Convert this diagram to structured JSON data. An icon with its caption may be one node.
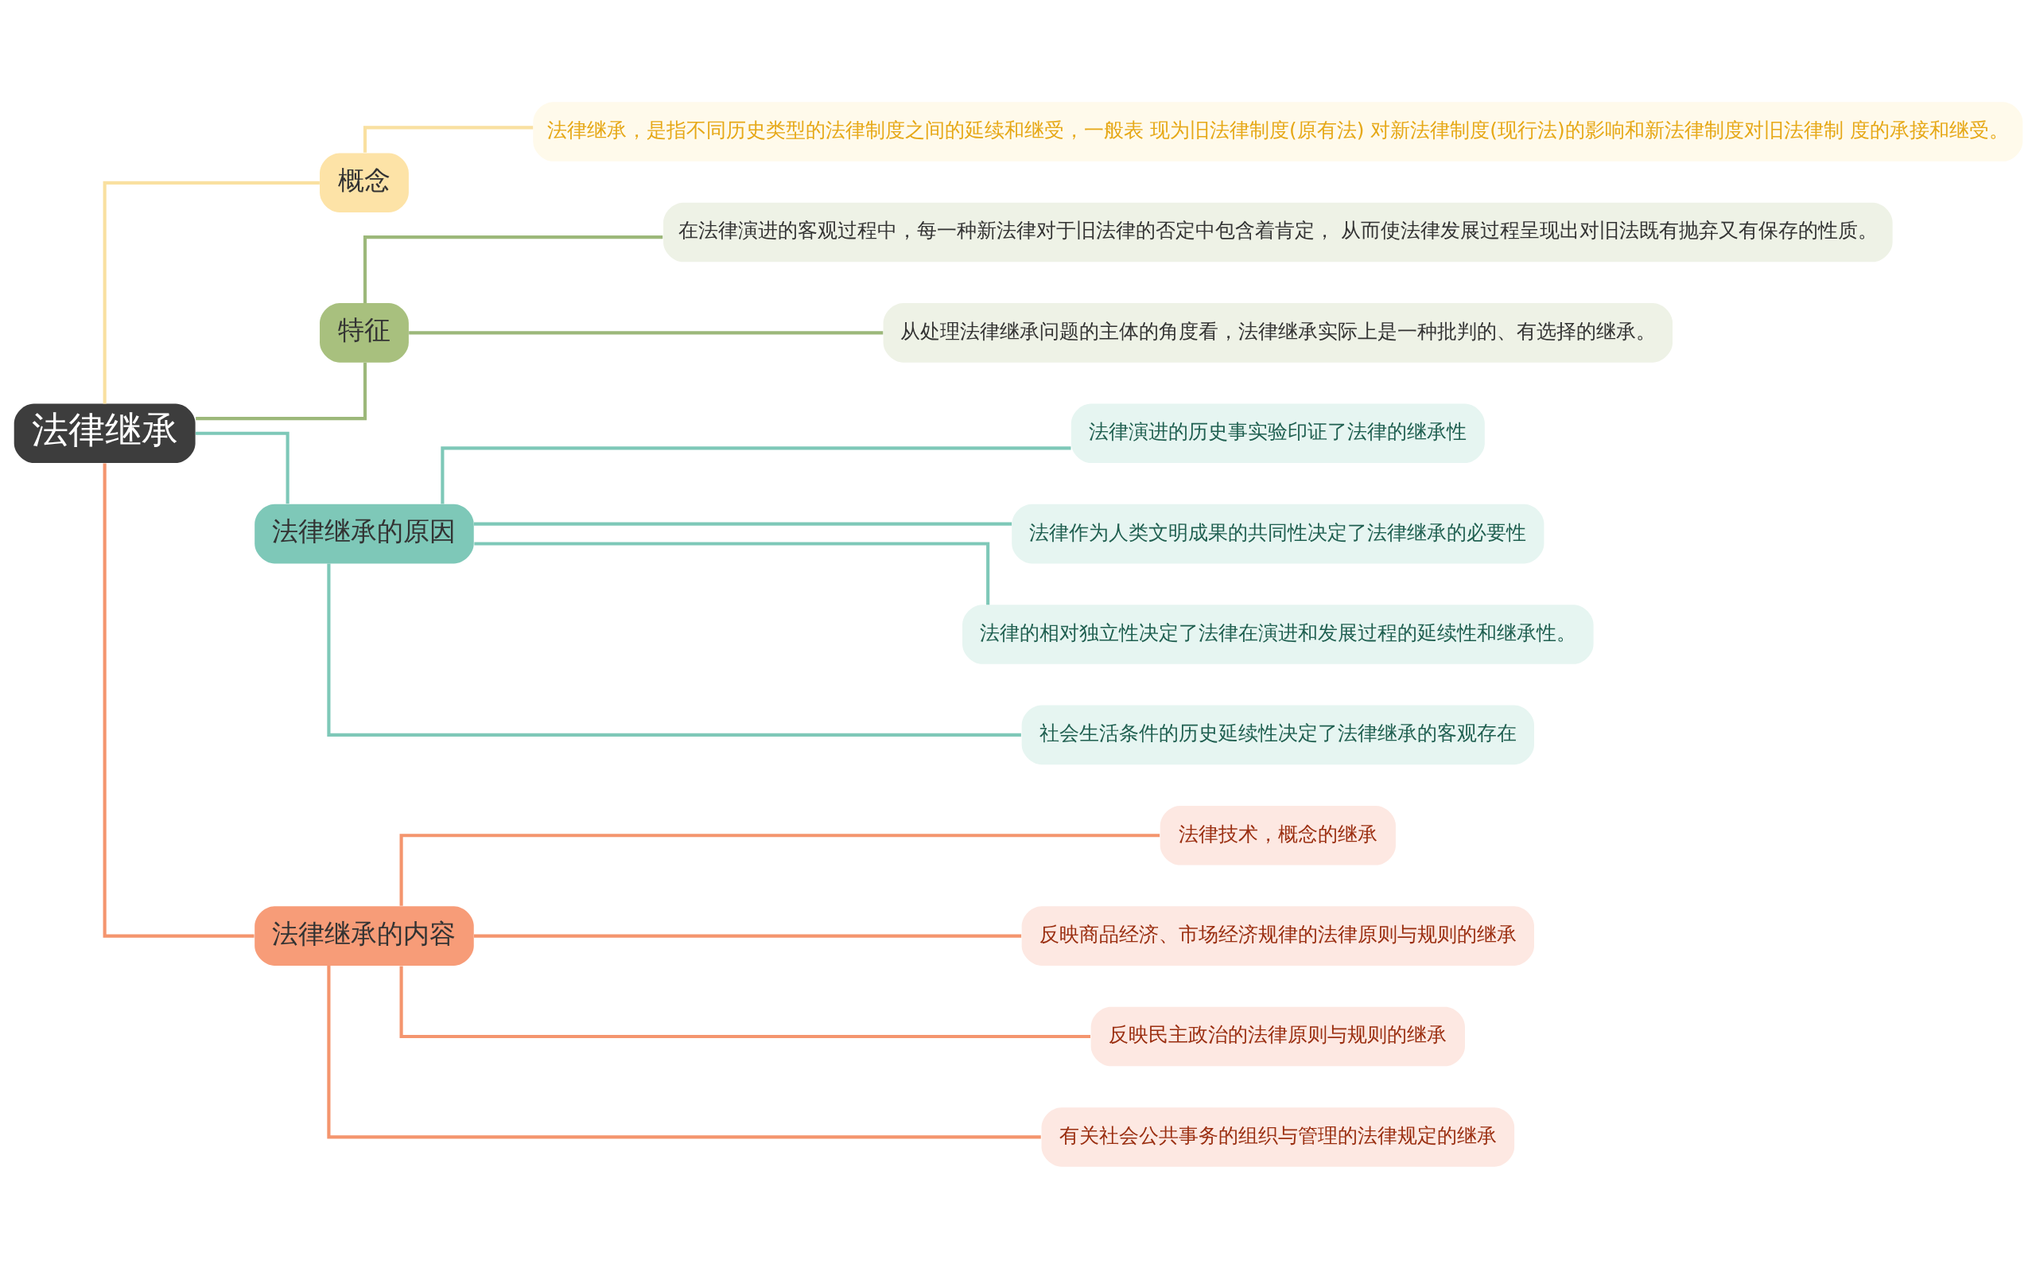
{
  "diagram": {
    "nodes": [
      {
        "text": [
          "法律继承"
        ]
      },
      {
        "text": [
          "概念"
        ]
      },
      {
        "text": [
          "法律继承，是指不同历史类型的法律制度之间的延续和继受，一般表 现为旧法律制度(原有法) 对新法律制度(现行法)的影响和新法律制度对旧法律制 度的承接和继受。"
        ]
      },
      {
        "text": [
          "特征"
        ]
      },
      {
        "text": [
          "在法律演进的客观过程中，每一种新法律对于旧法律的否定中包含着肯定， 从而使法律发展过程呈现出对旧法既有抛弃又有保存的性质。"
        ]
      },
      {
        "text": [
          "从处理法律继承问题的主体的角度看，法律继承实际上是一种批判的、有选择的继承。"
        ]
      },
      {
        "text": [
          "法律继承的原因"
        ]
      },
      {
        "text": [
          "法律演进的历史事实验印证了法律的继承性"
        ]
      },
      {
        "text": [
          "法律作为人类文明成果的共同性决定了法律继承的必要性"
        ]
      },
      {
        "text": [
          "法律的相对独立性决定了法律在演进和发展过程的延续性和继承性。"
        ]
      },
      {
        "text": [
          "社会生活条件的历史延续性决定了法律继承的客观存在"
        ]
      },
      {
        "text": [
          "法律继承的内容"
        ]
      },
      {
        "text": [
          "法律技术，概念的继承"
        ]
      },
      {
        "text": [
          "反映商品经济、市场经济规律的法律原则与规则的继承"
        ]
      },
      {
        "text": [
          "反映民主政治的法律原则与规则的继承"
        ]
      },
      {
        "text": [
          "有关社会公共事务的组织与管理的法律规定的继承"
        ]
      }
    ],
    "edges": [
      {
        "from": 0,
        "to": 1,
        "arrow": "none",
        "color": "#f9e0a0"
      },
      {
        "from": 1,
        "to": 2,
        "arrow": "none",
        "color": "#f9e0a0"
      },
      {
        "from": 0,
        "to": 3,
        "arrow": "none",
        "color": "#9cb87a"
      },
      {
        "from": 3,
        "to": 4,
        "arrow": "none",
        "color": "#9cb87a"
      },
      {
        "from": 3,
        "to": 5,
        "arrow": "none",
        "color": "#9cb87a"
      },
      {
        "from": 0,
        "to": 6,
        "arrow": "none",
        "color": "#7ec8b8"
      },
      {
        "from": 6,
        "to": 7,
        "arrow": "none",
        "color": "#7ec8b8"
      },
      {
        "from": 6,
        "to": 8,
        "arrow": "none",
        "color": "#7ec8b8"
      },
      {
        "from": 6,
        "to": 9,
        "arrow": "none",
        "color": "#7ec8b8"
      },
      {
        "from": 6,
        "to": 10,
        "arrow": "none",
        "color": "#7ec8b8"
      },
      {
        "from": 0,
        "to": 11,
        "arrow": "none",
        "color": "#f4956e"
      },
      {
        "from": 11,
        "to": 12,
        "arrow": "none",
        "color": "#f4956e"
      },
      {
        "from": 11,
        "to": 13,
        "arrow": "none",
        "color": "#f4956e"
      },
      {
        "from": 11,
        "to": 14,
        "arrow": "none",
        "color": "#f4956e"
      },
      {
        "from": 11,
        "to": 15,
        "arrow": "none",
        "color": "#f4956e"
      }
    ]
  }
}
